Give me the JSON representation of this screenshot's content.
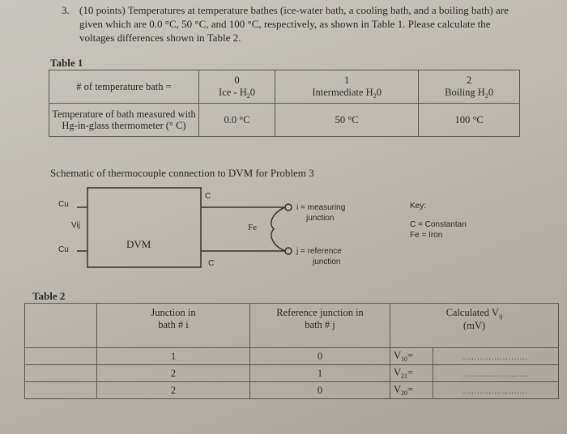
{
  "problem": {
    "number": "3.",
    "text": "(10 points) Temperatures at temperature bathes (ice-water bath, a cooling bath, and a boiling bath) are given which are 0.0 °C, 50 °C, and 100 °C, respectively, as shown in Table 1.  Please calculate the voltages differences shown in Table 2."
  },
  "table1": {
    "title": "Table 1",
    "row1_label": "# of temperature bath =",
    "row2_label": "Temperature of bath measured with Hg-in-glass thermometer (° C)",
    "columns": [
      {
        "num": "0",
        "name": "Ice - H",
        "sub": "2",
        "suffix": "0",
        "temp": "0.0 °C"
      },
      {
        "num": "1",
        "name": "Intermediate  H",
        "sub": "2",
        "suffix": "0",
        "temp": "50 °C"
      },
      {
        "num": "2",
        "name": "Boiling H",
        "sub": "2",
        "suffix": "0",
        "temp": "100 °C"
      }
    ]
  },
  "schematic": {
    "title": "Schematic of thermocouple connection to DVM for Problem 3",
    "cu_top": "Cu",
    "vij": "Vij",
    "cu_bottom": "Cu",
    "dvm": "DVM",
    "c_top": "C",
    "c_bottom": "C",
    "fe": "Fe",
    "i_label_1": "i = measuring",
    "i_label_2": "junction",
    "j_label_1": "j = reference",
    "j_label_2": "junction",
    "key_title": "Key:",
    "key_c": "C = Constantan",
    "key_fe": "Fe = Iron"
  },
  "table2": {
    "title": "Table 2",
    "headers": {
      "junction_1": "Junction in",
      "junction_2": "bath # i",
      "reference_1": "Reference junction in",
      "reference_2": "bath # j",
      "calc_1": "Calculated V",
      "calc_sub": "ij",
      "calc_2": "(mV)"
    },
    "rows": [
      {
        "i": "1",
        "j": "0",
        "v": "V",
        "vsub": "10",
        "eq": "=",
        "blank": "......................."
      },
      {
        "i": "2",
        "j": "1",
        "v": "V",
        "vsub": "21",
        "eq": "=",
        "blank": "......................."
      },
      {
        "i": "2",
        "j": "0",
        "v": "V",
        "vsub": "20",
        "eq": "=",
        "blank": "......................."
      }
    ]
  }
}
